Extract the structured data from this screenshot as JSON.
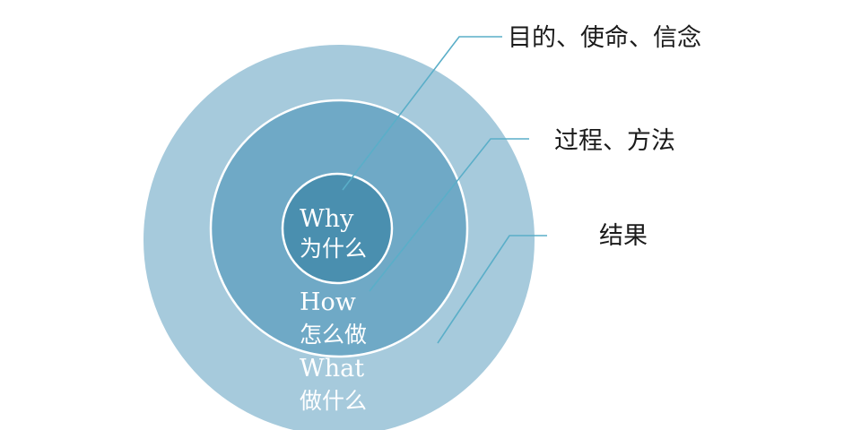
{
  "rings": {
    "why": {
      "en": "Why",
      "zh": "为什么"
    },
    "how": {
      "en": "How",
      "zh": "怎么做"
    },
    "what": {
      "en": "What",
      "zh": "做什么"
    }
  },
  "callouts": {
    "why": "目的、使命、信念",
    "how": "过程、方法",
    "what": "结果"
  },
  "colors": {
    "outer": "#a6cadc",
    "middle": "#6fa9c6",
    "inner": "#4a8faf",
    "ring_stroke": "#ffffff",
    "leader": "#5aaec8"
  }
}
